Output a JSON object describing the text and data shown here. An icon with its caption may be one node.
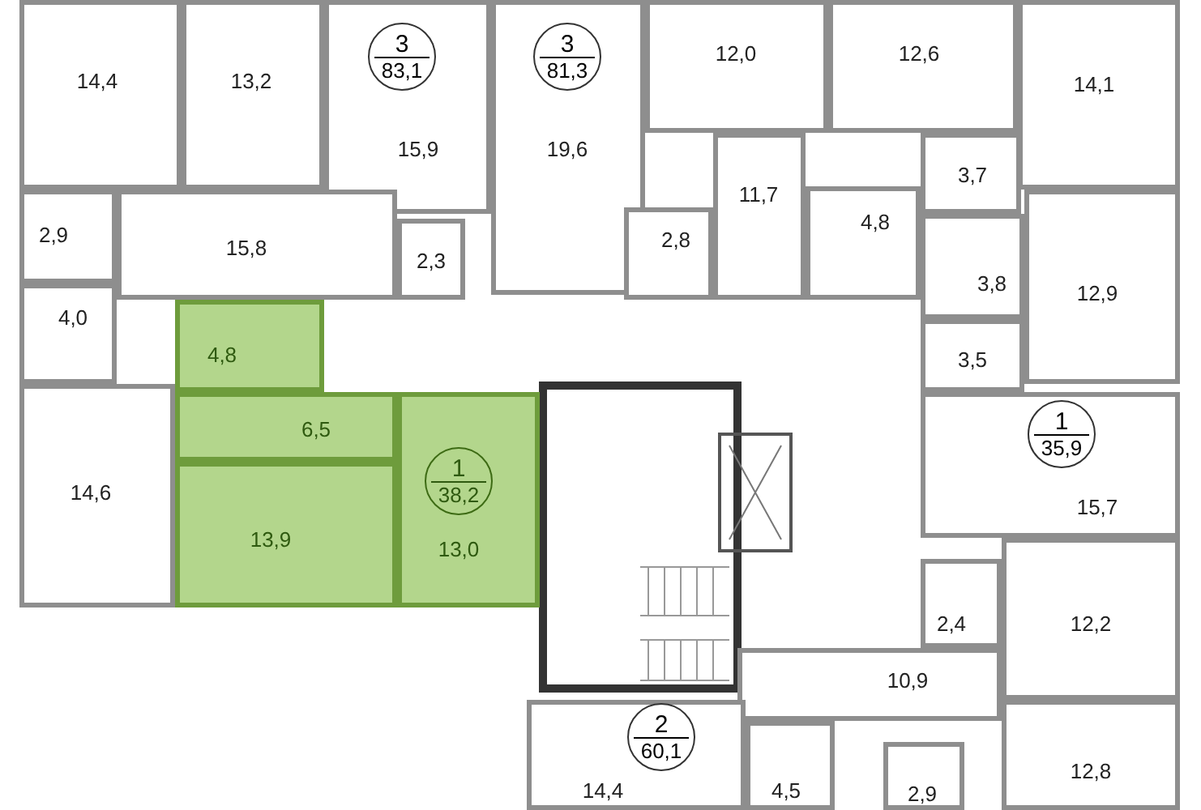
{
  "diagram": {
    "nodes": [
      {
        "text": [
          "14,4"
        ]
      },
      {
        "text": [
          "13,2"
        ]
      },
      {
        "text": [
          "15,9"
        ]
      },
      {
        "text": [
          "3",
          "83,1"
        ],
        "in": 2
      },
      {
        "text": [
          "19,6"
        ]
      },
      {
        "text": [
          "3",
          "81,3"
        ],
        "in": 4
      },
      {
        "text": [
          "12,0"
        ]
      },
      {
        "text": [
          "12,6"
        ]
      },
      {
        "text": [
          "14,1"
        ]
      },
      {
        "text": [
          "3,7"
        ]
      },
      {
        "text": [
          "11,7"
        ]
      },
      {
        "text": [
          "2,9"
        ]
      },
      {
        "text": [
          "15,8"
        ]
      },
      {
        "text": [
          "2,3"
        ]
      },
      {
        "text": [
          "4,8"
        ]
      },
      {
        "text": [
          "2,8"
        ]
      },
      {
        "text": [
          "3,8"
        ]
      },
      {
        "text": [
          "12,9"
        ]
      },
      {
        "text": [
          "4,0"
        ]
      },
      {
        "text": [
          "4,8"
        ]
      },
      {
        "text": [
          "6,5"
        ]
      },
      {
        "text": [
          "3,5"
        ]
      },
      {
        "text": [
          "14,6"
        ]
      },
      {
        "text": [
          "13,9"
        ]
      },
      {
        "text": [
          "13,0"
        ]
      },
      {
        "text": [
          "1",
          "38,2"
        ],
        "in": 24
      },
      {
        "text": [
          "15,7"
        ]
      },
      {
        "text": [
          "1",
          "35,9"
        ],
        "in": 26
      },
      {
        "text": [
          "2,4"
        ]
      },
      {
        "text": [
          "12,2"
        ]
      },
      {
        "text": [
          "10,9"
        ]
      },
      {
        "text": [
          "14,4"
        ]
      },
      {
        "text": [
          "2",
          "60,1"
        ],
        "in": 31
      },
      {
        "text": [
          "4,5"
        ]
      },
      {
        "text": [
          "2,9"
        ]
      },
      {
        "text": [
          "12,8"
        ]
      }
    ]
  }
}
